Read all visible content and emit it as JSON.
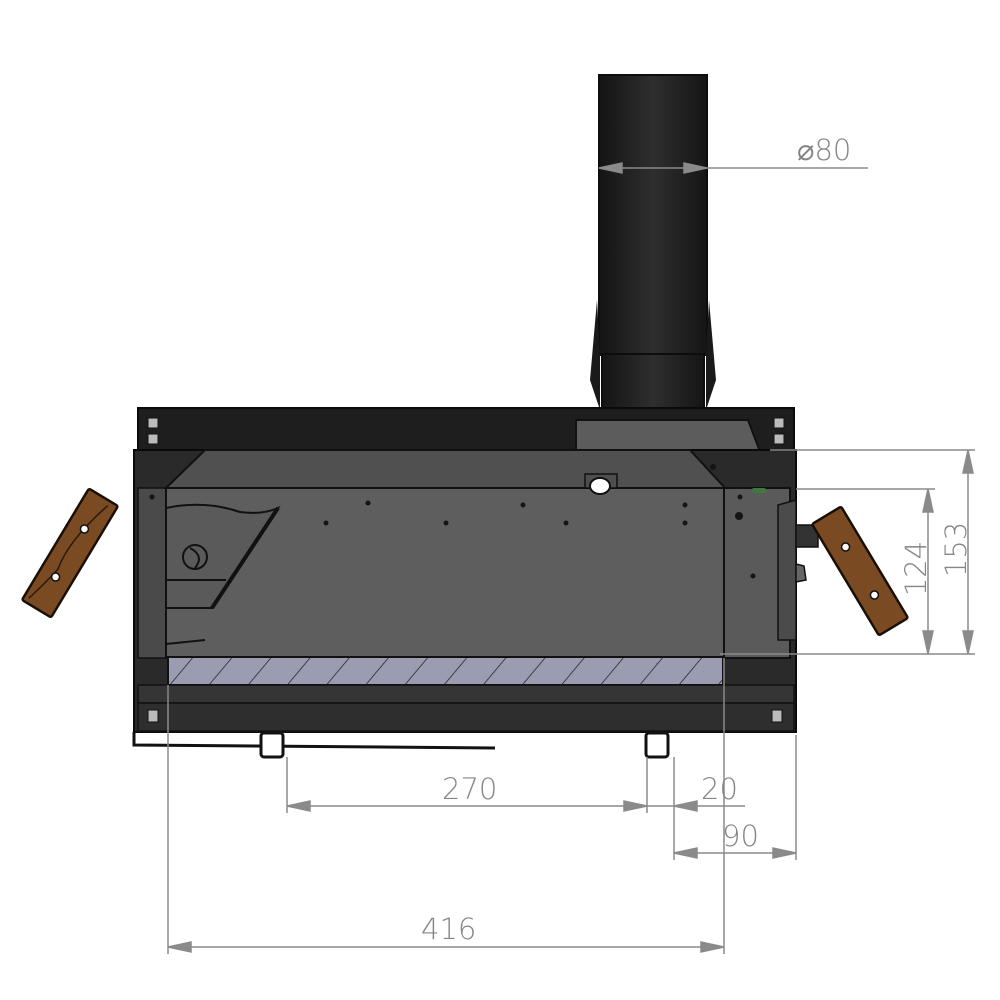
{
  "drawing": {
    "subject": "stove-side-view",
    "colors": {
      "body_dark": "#1e1e1e",
      "body_mid": "#565656",
      "body_panel": "#5e5e5e",
      "flue": "#1c1c1c",
      "glass_hatch": "#9a9ab0",
      "wood_handle": "#7a4a23",
      "dimension_line": "#8a8a8a",
      "dimension_text": "#858585"
    }
  },
  "dimensions": {
    "flue_diameter": {
      "symbol": "⌀",
      "value": "80"
    },
    "height_outer": "153",
    "height_inner": "124",
    "width_total": "416",
    "foot_spacing": "270",
    "foot_offset": "20",
    "rear_offset": "90"
  }
}
